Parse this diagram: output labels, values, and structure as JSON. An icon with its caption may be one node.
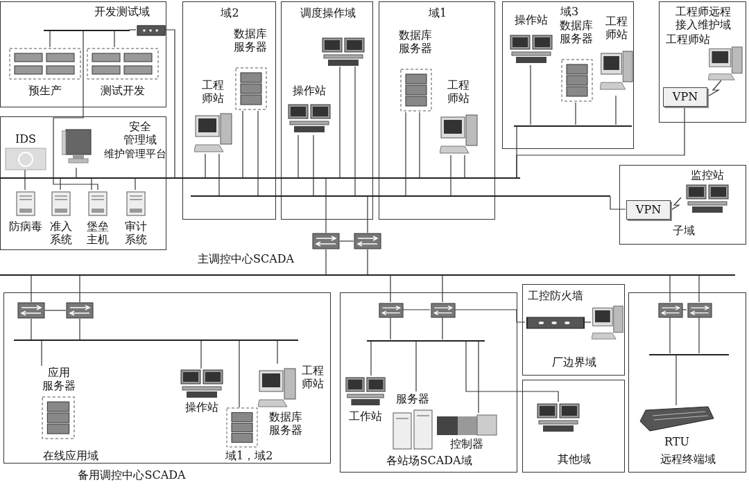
{
  "diagram": {
    "nodes": [
      {
        "text": [
          "开发测试域"
        ]
      },
      {
        "text": [
          "预生产"
        ],
        "in": 0
      },
      {
        "text": [
          "测试开发"
        ],
        "in": 0
      },
      {
        "text": [],
        "shape": "picture",
        "in": 0
      },
      {
        "text": [],
        "shape": "bar",
        "in": 0
      },
      {
        "text": [
          "安全管理域"
        ]
      },
      {
        "text": [
          "IDS"
        ],
        "in": 5
      },
      {
        "text": [
          "维护管理平台"
        ],
        "in": 5
      },
      {
        "text": [
          "防病毒"
        ],
        "in": 5
      },
      {
        "text": [
          "准入系统"
        ],
        "in": 5
      },
      {
        "text": [
          "堡垒主机"
        ],
        "in": 5
      },
      {
        "text": [
          "审计系统"
        ],
        "in": 5
      },
      {
        "text": [
          "域2"
        ]
      },
      {
        "text": [
          "数据库服务器"
        ],
        "in": 12
      },
      {
        "text": [
          "工程师站"
        ],
        "in": 12
      },
      {
        "text": [
          "调度操作域"
        ]
      },
      {
        "text": [],
        "shape": "picture",
        "in": 15
      },
      {
        "text": [
          "操作站"
        ],
        "in": 15
      },
      {
        "text": [
          "域1"
        ]
      },
      {
        "text": [
          "数据库服务器"
        ],
        "in": 18
      },
      {
        "text": [
          "工程师站"
        ],
        "in": 18
      },
      {
        "text": [
          "域3"
        ]
      },
      {
        "text": [
          "操作站"
        ],
        "in": 21
      },
      {
        "text": [
          "数据库服务器"
        ],
        "in": 21
      },
      {
        "text": [
          "工程师站"
        ],
        "in": 21
      },
      {
        "text": [],
        "shape": "bar",
        "in": 21
      },
      {
        "text": [
          "工程师远程接入维护域"
        ]
      },
      {
        "text": [
          "工程师站"
        ],
        "in": 26
      },
      {
        "text": [
          "VPN"
        ],
        "in": 26
      },
      {
        "text": [
          "子域"
        ]
      },
      {
        "text": [
          "监控站"
        ],
        "in": 29
      },
      {
        "text": [
          "VPN"
        ],
        "in": 29
      },
      {
        "text": [],
        "shape": "bar"
      },
      {
        "text": [],
        "shape": "bar"
      },
      {
        "text": [],
        "shape": "picture"
      },
      {
        "text": [],
        "shape": "picture"
      },
      {
        "text": [],
        "shape": "bar"
      },
      {
        "text": [
          "备用调控中心SCADA"
        ]
      },
      {
        "text": [],
        "shape": "picture",
        "in": 37
      },
      {
        "text": [],
        "shape": "picture",
        "in": 37
      },
      {
        "text": [],
        "shape": "bar",
        "in": 37
      },
      {
        "text": [
          "应用服务器"
        ],
        "in": 37
      },
      {
        "text": [
          "操作站"
        ],
        "in": 37
      },
      {
        "text": [
          "工程师站"
        ],
        "in": 37
      },
      {
        "text": [
          "数据库服务器"
        ],
        "in": 37
      },
      {
        "text": [
          "各站场SCADA域"
        ]
      },
      {
        "text": [],
        "shape": "picture",
        "in": 45
      },
      {
        "text": [],
        "shape": "picture",
        "in": 45
      },
      {
        "text": [],
        "shape": "bar",
        "in": 45
      },
      {
        "text": [
          "工作站"
        ],
        "in": 45
      },
      {
        "text": [
          "服务器"
        ],
        "in": 45
      },
      {
        "text": [
          "控制器"
        ],
        "in": 45
      },
      {
        "text": [
          "厂边界域"
        ]
      },
      {
        "text": [
          "工控防火墙"
        ],
        "in": 52
      },
      {
        "text": [],
        "shape": "picture",
        "in": 52
      },
      {
        "text": [
          "其他域"
        ]
      },
      {
        "text": [],
        "shape": "picture",
        "in": 55
      },
      {
        "text": [
          "远程终端域"
        ]
      },
      {
        "text": [],
        "shape": "picture",
        "in": 57
      },
      {
        "text": [],
        "shape": "picture",
        "in": 57
      },
      {
        "text": [],
        "shape": "bar",
        "in": 57
      },
      {
        "text": [
          "RTU"
        ],
        "in": 57
      }
    ],
    "edges": [
      {
        "from": 1,
        "to": 4,
        "arrow": "none"
      },
      {
        "from": 2,
        "to": 4,
        "arrow": "none"
      },
      {
        "from": 4,
        "to": 3,
        "arrow": "none"
      },
      {
        "from": 10,
        "to": 4,
        "arrow": "none"
      },
      {
        "from": 3,
        "to": 32,
        "arrow": "none"
      },
      {
        "from": 6,
        "to": 32,
        "arrow": "none"
      },
      {
        "from": 7,
        "to": 32,
        "arrow": "none"
      },
      {
        "from": 8,
        "to": 32,
        "arrow": "none"
      },
      {
        "from": 9,
        "to": 32,
        "arrow": "none"
      },
      {
        "from": 10,
        "to": 32,
        "arrow": "none"
      },
      {
        "from": 11,
        "to": 32,
        "arrow": "none"
      },
      {
        "from": 13,
        "to": 32,
        "arrow": "none"
      },
      {
        "from": 13,
        "to": 33,
        "arrow": "none"
      },
      {
        "from": 14,
        "to": 32,
        "arrow": "none"
      },
      {
        "from": 14,
        "to": 33,
        "arrow": "none"
      },
      {
        "from": 16,
        "to": 32,
        "arrow": "none"
      },
      {
        "from": 16,
        "to": 33,
        "arrow": "none"
      },
      {
        "from": 17,
        "to": 32,
        "arrow": "none"
      },
      {
        "from": 17,
        "to": 33,
        "arrow": "none"
      },
      {
        "from": 19,
        "to": 32,
        "arrow": "none"
      },
      {
        "from": 19,
        "to": 33,
        "arrow": "none"
      },
      {
        "from": 20,
        "to": 32,
        "arrow": "none"
      },
      {
        "from": 20,
        "to": 33,
        "arrow": "none"
      },
      {
        "from": 22,
        "to": 25,
        "arrow": "none"
      },
      {
        "from": 23,
        "to": 25,
        "arrow": "none"
      },
      {
        "from": 24,
        "to": 25,
        "arrow": "none"
      },
      {
        "from": 25,
        "to": 32,
        "arrow": "none"
      },
      {
        "from": 27,
        "to": 28,
        "arrow": "none"
      },
      {
        "from": 28,
        "to": 32,
        "arrow": "none"
      },
      {
        "from": 30,
        "to": 31,
        "arrow": "none"
      },
      {
        "from": 31,
        "to": 33,
        "arrow": "none"
      },
      {
        "from": 34,
        "to": 35,
        "arrow": "none"
      },
      {
        "from": 34,
        "to": 32,
        "arrow": "none"
      },
      {
        "from": 35,
        "to": 33,
        "arrow": "none"
      },
      {
        "from": 34,
        "to": 36,
        "arrow": "none"
      },
      {
        "from": 35,
        "to": 36,
        "arrow": "none"
      },
      {
        "from": 38,
        "to": 36,
        "arrow": "none"
      },
      {
        "from": 39,
        "to": 36,
        "arrow": "none"
      },
      {
        "from": 46,
        "to": 36,
        "arrow": "none"
      },
      {
        "from": 47,
        "to": 36,
        "arrow": "none"
      },
      {
        "from": 58,
        "to": 36,
        "arrow": "none"
      },
      {
        "from": 59,
        "to": 36,
        "arrow": "none"
      },
      {
        "from": 38,
        "to": 39,
        "arrow": "none"
      },
      {
        "from": 38,
        "to": 40,
        "arrow": "none"
      },
      {
        "from": 39,
        "to": 40,
        "arrow": "none"
      },
      {
        "from": 41,
        "to": 40,
        "arrow": "none"
      },
      {
        "from": 42,
        "to": 40,
        "arrow": "none"
      },
      {
        "from": 43,
        "to": 40,
        "arrow": "none"
      },
      {
        "from": 44,
        "to": 40,
        "arrow": "none"
      },
      {
        "from": 46,
        "to": 47,
        "arrow": "none"
      },
      {
        "from": 46,
        "to": 48,
        "arrow": "none"
      },
      {
        "from": 47,
        "to": 48,
        "arrow": "none"
      },
      {
        "from": 49,
        "to": 48,
        "arrow": "none"
      },
      {
        "from": 50,
        "to": 48,
        "arrow": "none"
      },
      {
        "from": 51,
        "to": 48,
        "arrow": "none"
      },
      {
        "from": 47,
        "to": 53,
        "arrow": "none"
      },
      {
        "from": 53,
        "to": 54,
        "arrow": "none"
      },
      {
        "from": 48,
        "to": 56,
        "arrow": "none"
      },
      {
        "from": 58,
        "to": 59,
        "arrow": "none"
      },
      {
        "from": 58,
        "to": 60,
        "arrow": "none"
      },
      {
        "from": 59,
        "to": 60,
        "arrow": "none"
      },
      {
        "from": 60,
        "to": 61,
        "arrow": "none"
      }
    ],
    "labels": [
      "主调控中心SCADA",
      "在线应用域",
      "域1，域2"
    ]
  }
}
